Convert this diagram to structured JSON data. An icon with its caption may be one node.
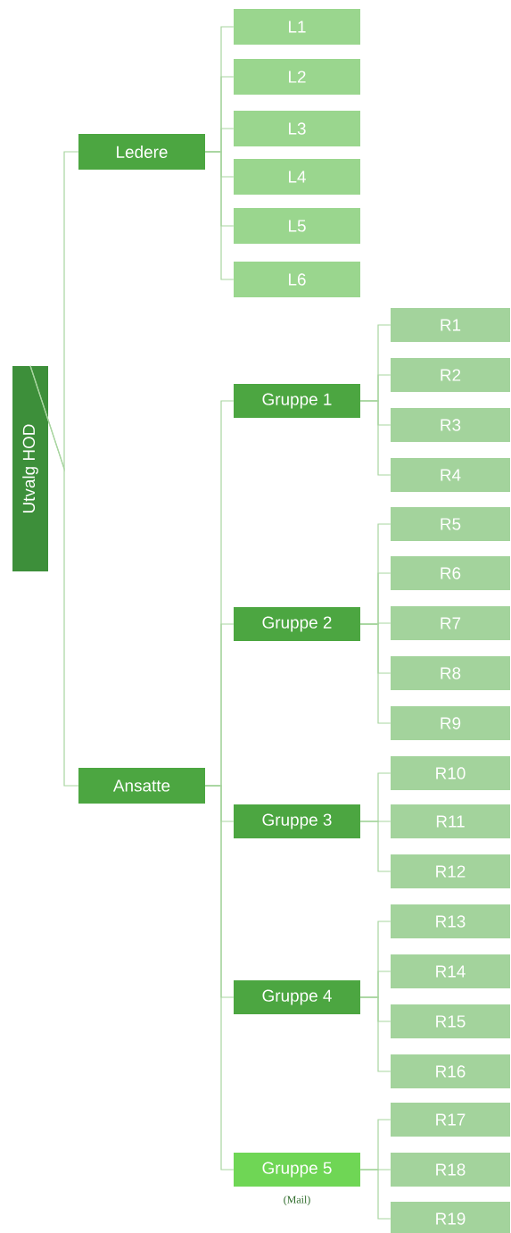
{
  "diagram": {
    "nodes": [
      {
        "text": [
          "Utvalg HOD"
        ]
      },
      {
        "text": [
          "Ledere"
        ]
      },
      {
        "text": [
          "L1"
        ]
      },
      {
        "text": [
          "L2"
        ]
      },
      {
        "text": [
          "L3"
        ]
      },
      {
        "text": [
          "L4"
        ]
      },
      {
        "text": [
          "L5"
        ]
      },
      {
        "text": [
          "L6"
        ]
      },
      {
        "text": [
          "Ansatte"
        ]
      },
      {
        "text": [
          "Gruppe 1"
        ]
      },
      {
        "text": [
          "R1"
        ]
      },
      {
        "text": [
          "R2"
        ]
      },
      {
        "text": [
          "R3"
        ]
      },
      {
        "text": [
          "R4"
        ]
      },
      {
        "text": [
          "Gruppe 2"
        ]
      },
      {
        "text": [
          "R5"
        ]
      },
      {
        "text": [
          "R6"
        ]
      },
      {
        "text": [
          "R7"
        ]
      },
      {
        "text": [
          "R8"
        ]
      },
      {
        "text": [
          "R9"
        ]
      },
      {
        "text": [
          "Gruppe 3"
        ]
      },
      {
        "text": [
          "R10"
        ]
      },
      {
        "text": [
          "R11"
        ]
      },
      {
        "text": [
          "R12"
        ]
      },
      {
        "text": [
          "Gruppe 4"
        ]
      },
      {
        "text": [
          "R13"
        ]
      },
      {
        "text": [
          "R14"
        ]
      },
      {
        "text": [
          "R15"
        ]
      },
      {
        "text": [
          "R16"
        ]
      },
      {
        "text": [
          "Gruppe 5"
        ],
        "beside": [
          "(Mail)"
        ]
      },
      {
        "text": [
          "R17"
        ]
      },
      {
        "text": [
          "R18"
        ]
      },
      {
        "text": [
          "R19"
        ]
      }
    ],
    "edges": [
      {
        "from": 0,
        "to": 1,
        "arrow": "none"
      },
      {
        "from": 0,
        "to": 8,
        "arrow": "none"
      },
      {
        "from": 1,
        "to": 2,
        "arrow": "none"
      },
      {
        "from": 1,
        "to": 3,
        "arrow": "none"
      },
      {
        "from": 1,
        "to": 4,
        "arrow": "none"
      },
      {
        "from": 1,
        "to": 5,
        "arrow": "none"
      },
      {
        "from": 1,
        "to": 6,
        "arrow": "none"
      },
      {
        "from": 1,
        "to": 7,
        "arrow": "none"
      },
      {
        "from": 8,
        "to": 9,
        "arrow": "none"
      },
      {
        "from": 8,
        "to": 14,
        "arrow": "none"
      },
      {
        "from": 8,
        "to": 20,
        "arrow": "none"
      },
      {
        "from": 8,
        "to": 24,
        "arrow": "none"
      },
      {
        "from": 8,
        "to": 29,
        "arrow": "none"
      },
      {
        "from": 9,
        "to": 10,
        "arrow": "none"
      },
      {
        "from": 9,
        "to": 11,
        "arrow": "none"
      },
      {
        "from": 9,
        "to": 12,
        "arrow": "none"
      },
      {
        "from": 9,
        "to": 13,
        "arrow": "none"
      },
      {
        "from": 14,
        "to": 15,
        "arrow": "none"
      },
      {
        "from": 14,
        "to": 16,
        "arrow": "none"
      },
      {
        "from": 14,
        "to": 17,
        "arrow": "none"
      },
      {
        "from": 14,
        "to": 18,
        "arrow": "none"
      },
      {
        "from": 14,
        "to": 19,
        "arrow": "none"
      },
      {
        "from": 20,
        "to": 21,
        "arrow": "none"
      },
      {
        "from": 20,
        "to": 22,
        "arrow": "none"
      },
      {
        "from": 20,
        "to": 23,
        "arrow": "none"
      },
      {
        "from": 24,
        "to": 25,
        "arrow": "none"
      },
      {
        "from": 24,
        "to": 26,
        "arrow": "none"
      },
      {
        "from": 24,
        "to": 27,
        "arrow": "none"
      },
      {
        "from": 24,
        "to": 28,
        "arrow": "none"
      },
      {
        "from": 29,
        "to": 30,
        "arrow": "none"
      },
      {
        "from": 29,
        "to": 31,
        "arrow": "none"
      },
      {
        "from": 29,
        "to": 32,
        "arrow": "none"
      }
    ]
  }
}
